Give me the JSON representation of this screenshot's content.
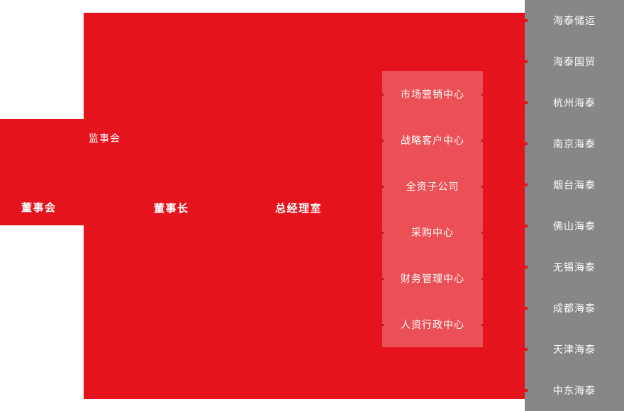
{
  "colors": {
    "brand_red": "#e4131c",
    "panel_overlay": "#b85252",
    "sidebar_grey": "#878787",
    "label_white": "#ffffff",
    "dot_dark_red": "#c4151c",
    "page_background": "#ffffff"
  },
  "governance": {
    "board_of_directors": "董事会",
    "supervisory_board": "监事会",
    "chairman": "董事长",
    "general_manager_office": "总经理室"
  },
  "departments": {
    "items": [
      {
        "label": "市场营销中心"
      },
      {
        "label": "战略客户中心"
      },
      {
        "label": "全资子公司"
      },
      {
        "label": "采购中心"
      },
      {
        "label": "财务管理中心"
      },
      {
        "label": "人资行政中心"
      }
    ]
  },
  "subsidiaries": {
    "items": [
      {
        "label": "海泰储运"
      },
      {
        "label": "海泰国贸"
      },
      {
        "label": "杭州海泰"
      },
      {
        "label": "南京海泰"
      },
      {
        "label": "烟台海泰"
      },
      {
        "label": "佛山海泰"
      },
      {
        "label": "无锡海泰"
      },
      {
        "label": "成都海泰"
      },
      {
        "label": "天津海泰"
      },
      {
        "label": "中东海泰"
      }
    ]
  }
}
